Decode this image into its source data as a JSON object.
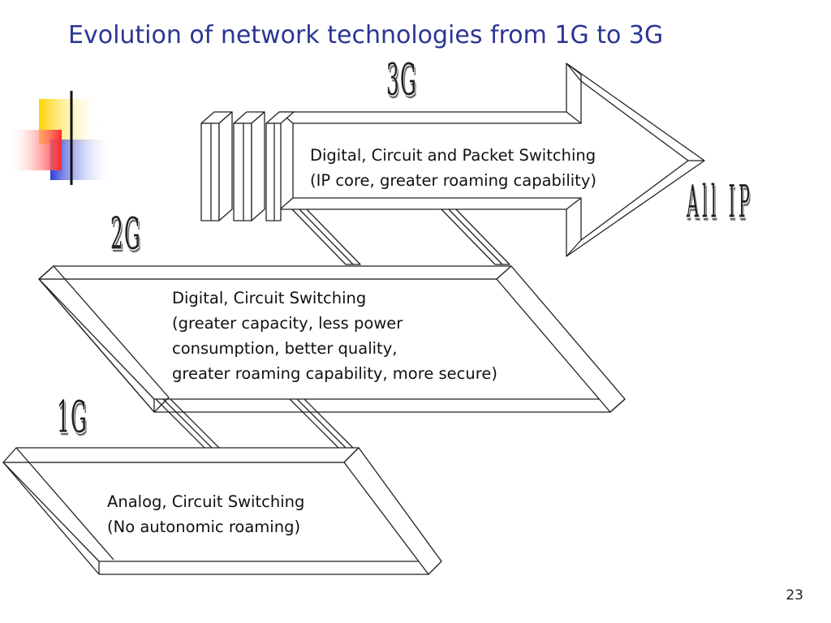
{
  "title": "Evolution of network technologies from 1G to 3G",
  "generations": [
    {
      "label": "1G",
      "lines": [
        "Analog, Circuit Switching",
        "(No autonomic roaming)"
      ]
    },
    {
      "label": "2G",
      "lines": [
        "Digital, Circuit Switching",
        "(greater capacity, less power",
        "consumption, better quality,",
        "greater roaming capability, more secure)"
      ]
    },
    {
      "label": "3G",
      "lines": [
        "Digital, Circuit and Packet Switching",
        "(IP core, greater roaming capability)"
      ]
    }
  ],
  "arrow_target": "All IP",
  "page_number": "23",
  "colors": {
    "title": "#2c3593",
    "deco_yellow": "#ffd400",
    "deco_red": "#ff3b3b",
    "deco_blue": "#2b3fd8"
  }
}
